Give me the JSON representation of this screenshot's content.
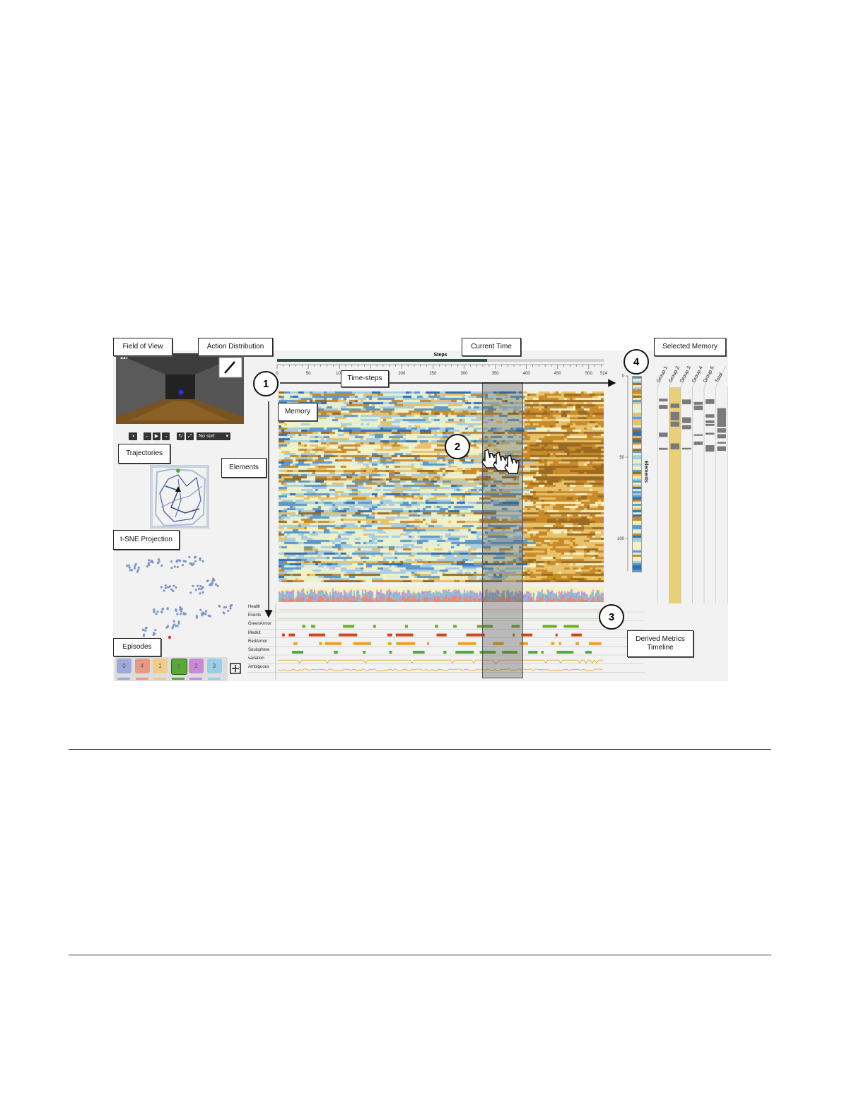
{
  "callouts": {
    "field_of_view": "Field of View",
    "action_distribution": "Action Distribution",
    "current_time": "Current Time",
    "selected_memory": "Selected Memory",
    "time_steps": "Time-steps",
    "memory": "Memory",
    "trajectories": "Trajectories",
    "elements": "Elements",
    "tsne": "t-SNE Projection",
    "episodes": "Episodes",
    "derived_metrics_line1": "Derived Metrics",
    "derived_metrics_line2": "Timeline"
  },
  "markers": [
    "1",
    "2",
    "3",
    "4"
  ],
  "view": {
    "frame_number": "337"
  },
  "controls": {
    "sort_select": "No sort"
  },
  "steps": {
    "title": "Steps",
    "ticks": [
      "0",
      "50",
      "100",
      "150",
      "200",
      "250",
      "300",
      "350",
      "400",
      "450",
      "500",
      "524"
    ],
    "current": 337,
    "max": 524
  },
  "elements_axis": {
    "label": "Elements",
    "ticks": [
      "0",
      "50",
      "100"
    ]
  },
  "episodes": [
    {
      "label": "0",
      "color": "#9fa9dc"
    },
    {
      "label": "4",
      "color": "#e59a84"
    },
    {
      "label": "1",
      "color": "#f1cb8c"
    },
    {
      "label": "5",
      "color": "#5aa83a"
    },
    {
      "label": "2",
      "color": "#c68ad6"
    },
    {
      "label": "3",
      "color": "#9ccde6"
    }
  ],
  "groups": [
    "Group 1",
    "Group 2",
    "Group 3",
    "Group 4",
    "Group 5",
    "Total"
  ],
  "timeline_rows": [
    {
      "label": "Health",
      "color": "#e8b089"
    },
    {
      "label": "Events",
      "color": "#9cc47c"
    },
    {
      "label": "GreenArmor",
      "color": "#6fab2c"
    },
    {
      "label": "Medkit",
      "color": "#cc4a1a"
    },
    {
      "label": "RedArmor",
      "color": "#e8a12a"
    },
    {
      "label": "Soulsphere",
      "color": "#5aa83a"
    },
    {
      "label": "variation",
      "color": "#e8a12a"
    },
    {
      "label": "Ambiguous",
      "color": "#e8a12a"
    }
  ],
  "heatmap_colors": [
    "#2f6fb4",
    "#5c98c8",
    "#a8cde0",
    "#e3f0d6",
    "#f5f1c6",
    "#e8c26a",
    "#c98a2a",
    "#9b6a22"
  ]
}
